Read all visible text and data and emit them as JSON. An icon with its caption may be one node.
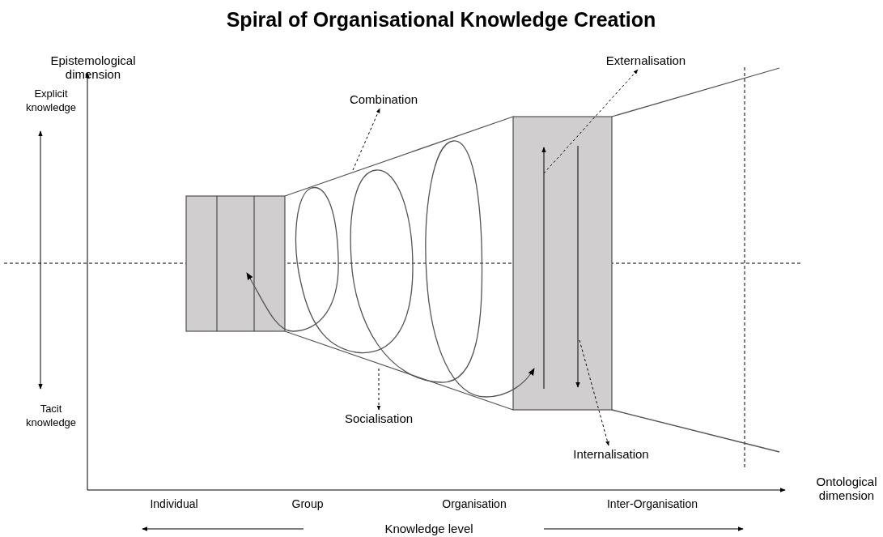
{
  "diagram": {
    "title": "Spiral of Organisational Knowledge Creation",
    "nodes": [
      {
        "text": [
          "Externalisation"
        ]
      },
      {
        "text": [
          "Combination"
        ]
      },
      {
        "text": [
          "Socialisation"
        ]
      },
      {
        "text": [
          "Internalisation"
        ]
      }
    ],
    "edges": [
      {
        "from": null,
        "to": 0,
        "arrow": "to",
        "style": "dashed"
      },
      {
        "from": null,
        "to": 1,
        "arrow": "to",
        "style": "dashed"
      },
      {
        "from": null,
        "to": 2,
        "arrow": "to",
        "style": "dashed"
      },
      {
        "from": null,
        "to": 3,
        "arrow": "to",
        "style": "dashed"
      }
    ],
    "labels": [
      "Epistemological dimension",
      "Explicit knowledge",
      "Tacit knowledge",
      "Ontological dimension",
      "Individual",
      "Group",
      "Organisation",
      "Inter-Organisation",
      "Knowledge level"
    ]
  }
}
